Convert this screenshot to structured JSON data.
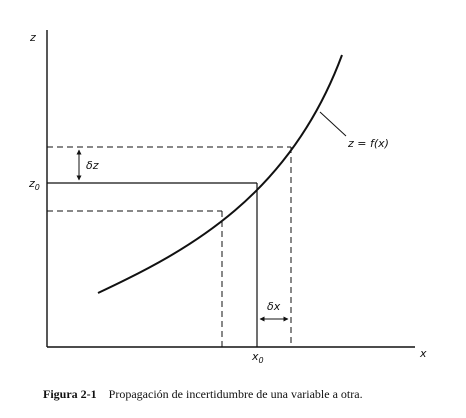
{
  "axes": {
    "y_label": "z",
    "x_label": "x"
  },
  "curve": {
    "label": "z = f(x)"
  },
  "markers": {
    "z0": {
      "base": "z",
      "sub": "0"
    },
    "x0": {
      "base": "x",
      "sub": "0"
    },
    "delta_z": "δz",
    "delta_x": "δx"
  },
  "caption": {
    "number": "Figura 2-1",
    "text": "Propagación de incertidumbre de una variable a otra."
  }
}
